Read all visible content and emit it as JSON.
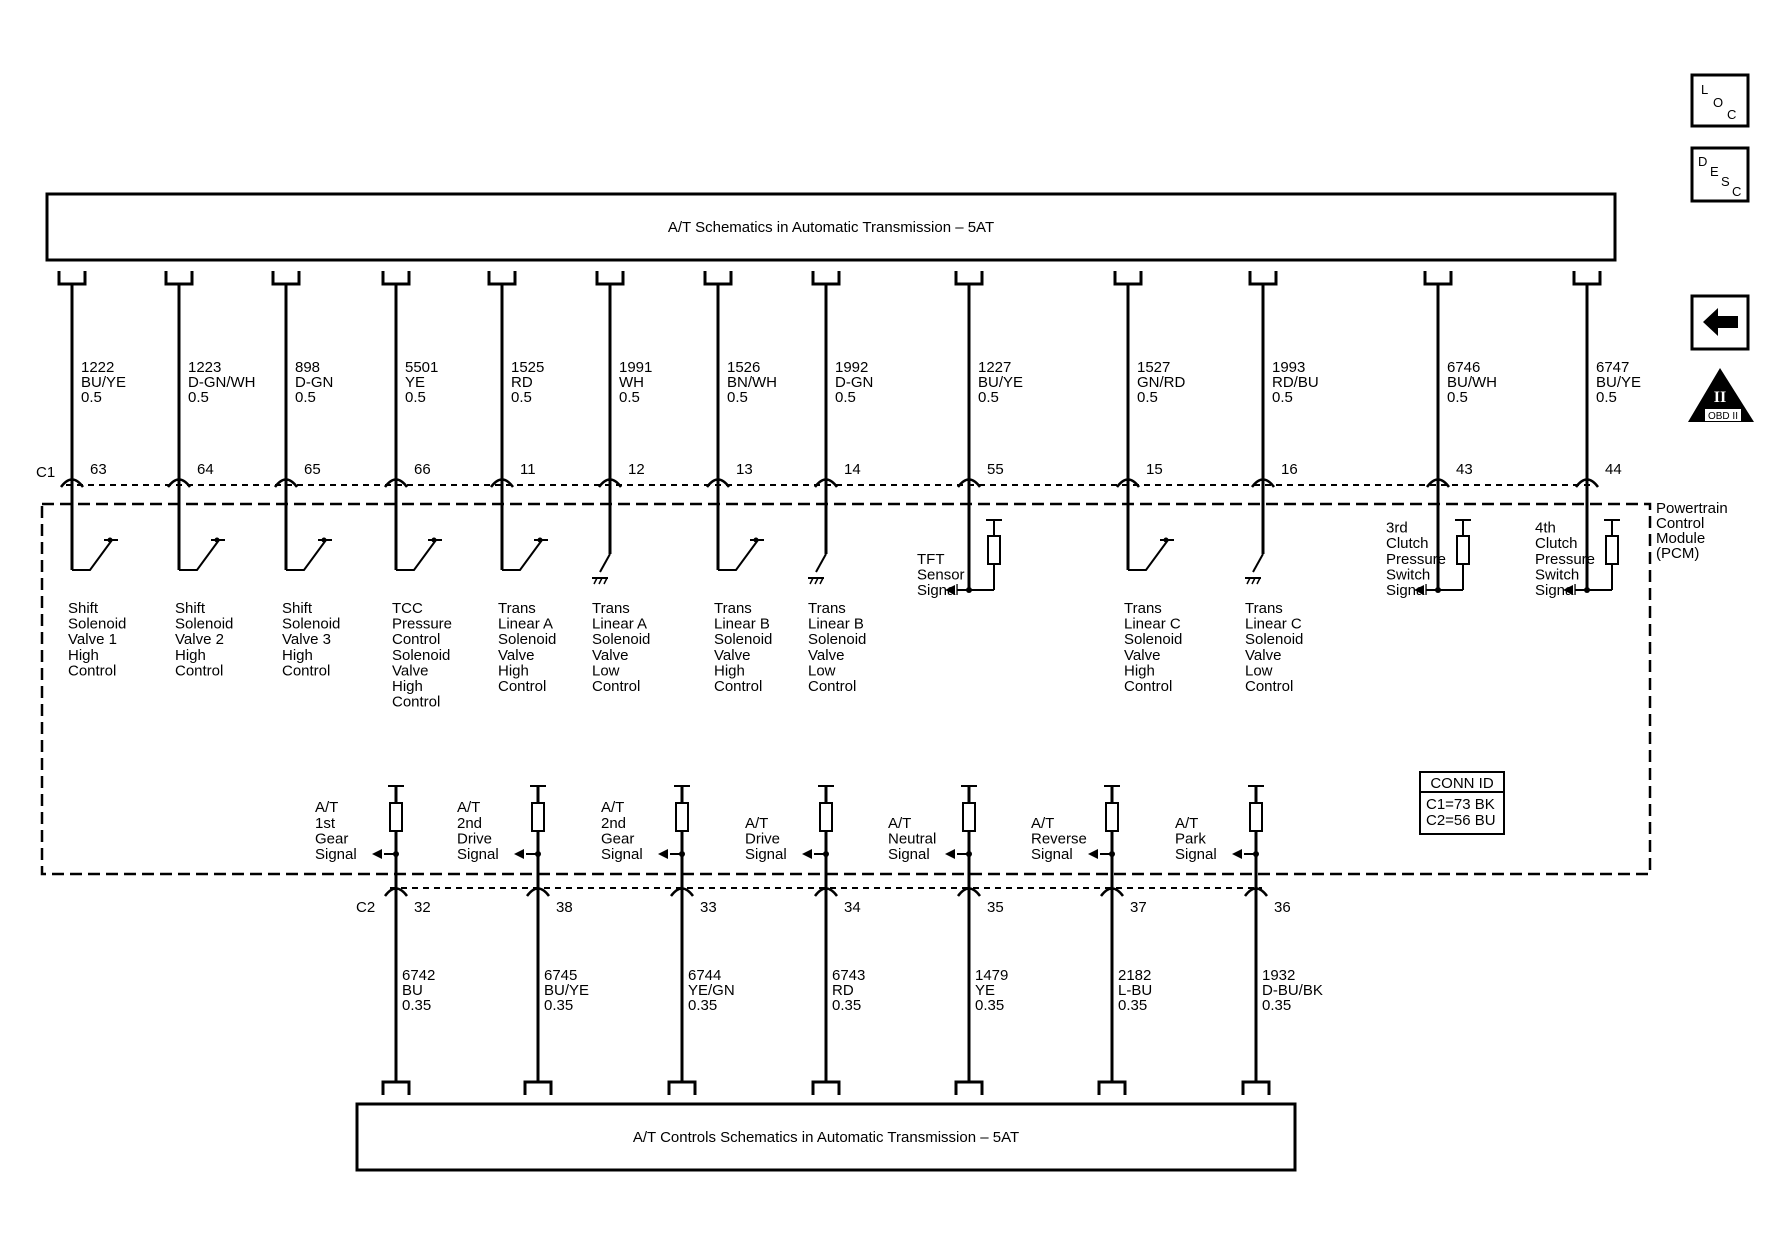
{
  "top_box_title": "A/T Schematics in Automatic Transmission – 5AT",
  "bottom_box_title": "A/T Controls Schematics in Automatic Transmission – 5AT",
  "module_label": [
    "Powertrain",
    "Control",
    "Module",
    "(PCM)"
  ],
  "c1_label": "C1",
  "c2_label": "C2",
  "conn_id": {
    "title": "CONN ID",
    "lines": [
      "C1=73 BK",
      "C2=56 BU"
    ]
  },
  "side_icons": {
    "loc": [
      "L",
      "O",
      "C"
    ],
    "desc": [
      "D",
      "E",
      "S",
      "C"
    ],
    "obd": {
      "numeral": "II",
      "text": "OBD II"
    }
  },
  "c1_circuits": [
    {
      "circuit": "1222",
      "color": "BU/YE",
      "size": "0.5",
      "pin": "63",
      "type": "switch",
      "label": [
        "Shift",
        "Solenoid",
        "Valve 1",
        "High",
        "Control"
      ]
    },
    {
      "circuit": "1223",
      "color": "D-GN/WH",
      "size": "0.5",
      "pin": "64",
      "type": "switch",
      "label": [
        "Shift",
        "Solenoid",
        "Valve 2",
        "High",
        "Control"
      ]
    },
    {
      "circuit": "898",
      "color": "D-GN",
      "size": "0.5",
      "pin": "65",
      "type": "switch",
      "label": [
        "Shift",
        "Solenoid",
        "Valve 3",
        "High",
        "Control"
      ]
    },
    {
      "circuit": "5501",
      "color": "YE",
      "size": "0.5",
      "pin": "66",
      "type": "switch",
      "label": [
        "TCC",
        "Pressure",
        "Control",
        "Solenoid",
        "Valve",
        "High",
        "Control"
      ]
    },
    {
      "circuit": "1525",
      "color": "RD",
      "size": "0.5",
      "pin": "11",
      "type": "switch",
      "label": [
        "Trans",
        "Linear A",
        "Solenoid",
        "Valve",
        "High",
        "Control"
      ]
    },
    {
      "circuit": "1991",
      "color": "WH",
      "size": "0.5",
      "pin": "12",
      "type": "ground",
      "label": [
        "Trans",
        "Linear A",
        "Solenoid",
        "Valve",
        "Low",
        "Control"
      ]
    },
    {
      "circuit": "1526",
      "color": "BN/WH",
      "size": "0.5",
      "pin": "13",
      "type": "switch",
      "label": [
        "Trans",
        "Linear B",
        "Solenoid",
        "Valve",
        "High",
        "Control"
      ]
    },
    {
      "circuit": "1992",
      "color": "D-GN",
      "size": "0.5",
      "pin": "14",
      "type": "ground",
      "label": [
        "Trans",
        "Linear B",
        "Solenoid",
        "Valve",
        "Low",
        "Control"
      ]
    },
    {
      "circuit": "1227",
      "color": "BU/YE",
      "size": "0.5",
      "pin": "55",
      "type": "signal",
      "label": [
        "TFT",
        "Sensor",
        "Signal"
      ]
    },
    {
      "circuit": "1527",
      "color": "GN/RD",
      "size": "0.5",
      "pin": "15",
      "type": "switch",
      "label": [
        "Trans",
        "Linear C",
        "Solenoid",
        "Valve",
        "High",
        "Control"
      ]
    },
    {
      "circuit": "1993",
      "color": "RD/BU",
      "size": "0.5",
      "pin": "16",
      "type": "ground",
      "label": [
        "Trans",
        "Linear C",
        "Solenoid",
        "Valve",
        "Low",
        "Control"
      ]
    },
    {
      "circuit": "6746",
      "color": "BU/WH",
      "size": "0.5",
      "pin": "43",
      "type": "signal",
      "label": [
        "3rd",
        "Clutch",
        "Pressure",
        "Switch",
        "Signal"
      ]
    },
    {
      "circuit": "6747",
      "color": "BU/YE",
      "size": "0.5",
      "pin": "44",
      "type": "signal",
      "label": [
        "4th",
        "Clutch",
        "Pressure",
        "Switch",
        "Signal"
      ]
    }
  ],
  "c2_circuits": [
    {
      "circuit": "6742",
      "color": "BU",
      "size": "0.35",
      "pin": "32",
      "label": [
        "A/T",
        "1st",
        "Gear",
        "Signal"
      ]
    },
    {
      "circuit": "6745",
      "color": "BU/YE",
      "size": "0.35",
      "pin": "38",
      "label": [
        "A/T",
        "2nd",
        "Drive",
        "Signal"
      ]
    },
    {
      "circuit": "6744",
      "color": "YE/GN",
      "size": "0.35",
      "pin": "33",
      "label": [
        "A/T",
        "2nd",
        "Gear",
        "Signal"
      ]
    },
    {
      "circuit": "6743",
      "color": "RD",
      "size": "0.35",
      "pin": "34",
      "label": [
        "A/T",
        "Drive",
        "Signal"
      ]
    },
    {
      "circuit": "1479",
      "color": "YE",
      "size": "0.35",
      "pin": "35",
      "label": [
        "A/T",
        "Neutral",
        "Signal"
      ]
    },
    {
      "circuit": "2182",
      "color": "L-BU",
      "size": "0.35",
      "pin": "37",
      "label": [
        "A/T",
        "Reverse",
        "Signal"
      ]
    },
    {
      "circuit": "1932",
      "color": "D-BU/BK",
      "size": "0.35",
      "pin": "36",
      "label": [
        "A/T",
        "Park",
        "Signal"
      ]
    }
  ]
}
